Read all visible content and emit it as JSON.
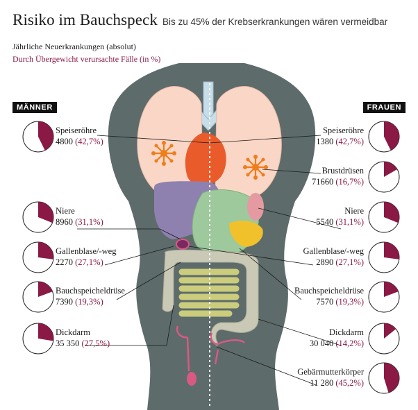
{
  "title": "Risiko im Bauchspeck",
  "subtitle": "Bis zu 45% der Krebserkrankungen wären vermeidbar",
  "legend": {
    "absolute": "Jährliche Neuerkrankungen (absolut)",
    "percent": "Durch Übergewicht verursachte Fälle (in %)"
  },
  "men": {
    "header": "MÄNNER",
    "items": [
      {
        "organ": "Speiseröhre",
        "count": "4800",
        "pct_text": "(42,7%)",
        "pct": 42.7
      },
      {
        "organ": "Niere",
        "count": "8960",
        "pct_text": "(31,1%)",
        "pct": 31.1
      },
      {
        "organ": "Gallenblase/-weg",
        "count": "2270",
        "pct_text": "(27,1%)",
        "pct": 27.1
      },
      {
        "organ": "Bauchspeicheldrüse",
        "count": "7390",
        "pct_text": "(19,3%)",
        "pct": 19.3
      },
      {
        "organ": "Dickdarm",
        "count": "35 350",
        "pct_text": "(27,5%)",
        "pct": 27.5
      }
    ]
  },
  "women": {
    "header": "FRAUEN",
    "items": [
      {
        "organ": "Speiseröhre",
        "count": "1380",
        "pct_text": "(42,7%)",
        "pct": 42.7
      },
      {
        "organ": "Brustdrüsen",
        "count": "71660",
        "pct_text": "(16,7%)",
        "pct": 16.7
      },
      {
        "organ": "Niere",
        "count": "5540",
        "pct_text": "(31,1%)",
        "pct": 31.1
      },
      {
        "organ": "Gallenblase/-weg",
        "count": "2890",
        "pct_text": "(27,1%)",
        "pct": 27.1
      },
      {
        "organ": "Bauchspeicheldrüse",
        "count": "7570",
        "pct_text": "(19,3%)",
        "pct": 19.3
      },
      {
        "organ": "Dickdarm",
        "count": "30 040",
        "pct_text": "(14,2%)",
        "pct": 14.2
      },
      {
        "organ": "Gebärmutterkörper",
        "count": "11 280",
        "pct_text": "(45,2%)",
        "pct": 45.2
      }
    ]
  },
  "colors": {
    "accent": "#8a1a45",
    "torso": "#5d6b6b",
    "lungs": "#f9d6c6",
    "liver": "#8e81b0",
    "stomach": "#9dc99c",
    "heart": "#ea5b2b",
    "intestine_small": "#cbcc7c",
    "intestine_large": "#c9c9b5",
    "pancreas": "#f0c12b",
    "kidney": "#e59aa2",
    "reproductive": "#d85a83"
  }
}
